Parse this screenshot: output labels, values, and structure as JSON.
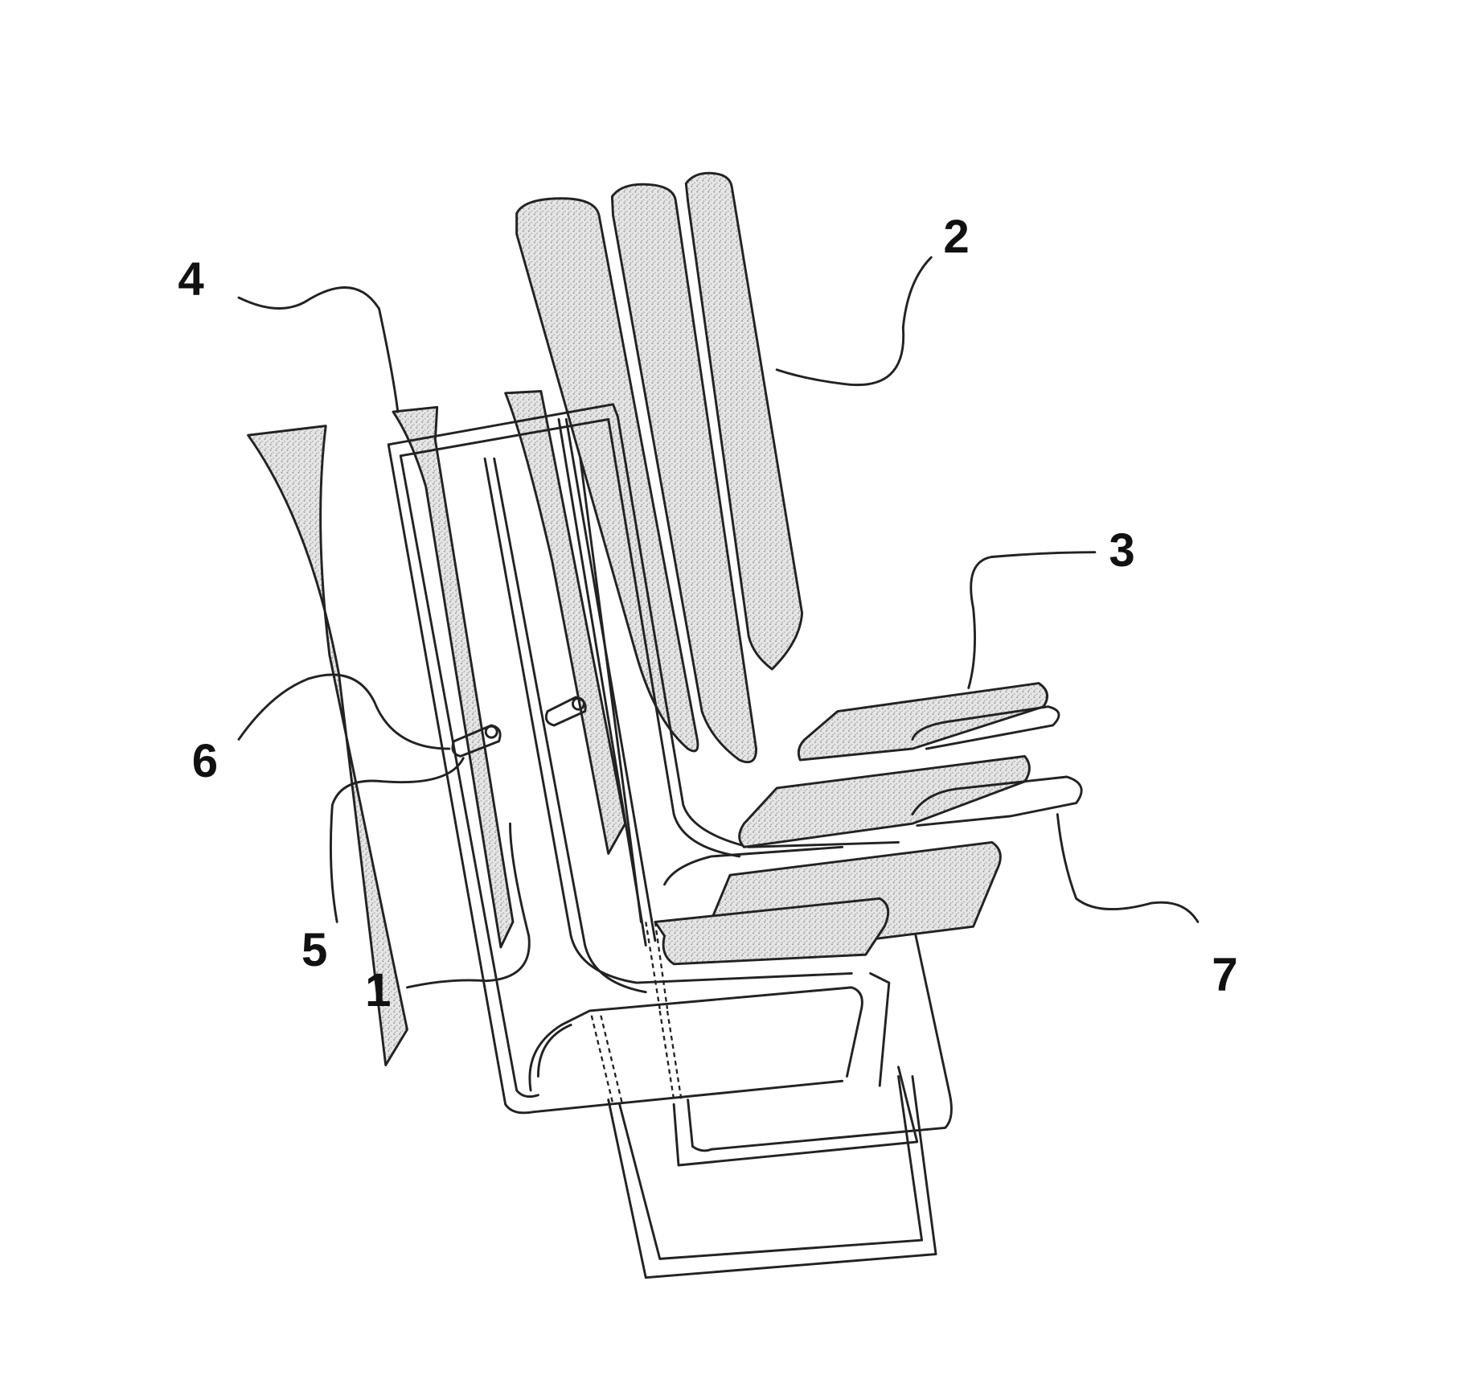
{
  "figure": {
    "reference_numerals": [
      {
        "id": "1",
        "label": "1"
      },
      {
        "id": "2",
        "label": "2"
      },
      {
        "id": "3",
        "label": "3"
      },
      {
        "id": "4",
        "label": "4"
      },
      {
        "id": "5",
        "label": "5"
      },
      {
        "id": "6",
        "label": "6"
      },
      {
        "id": "7",
        "label": "7"
      }
    ]
  }
}
